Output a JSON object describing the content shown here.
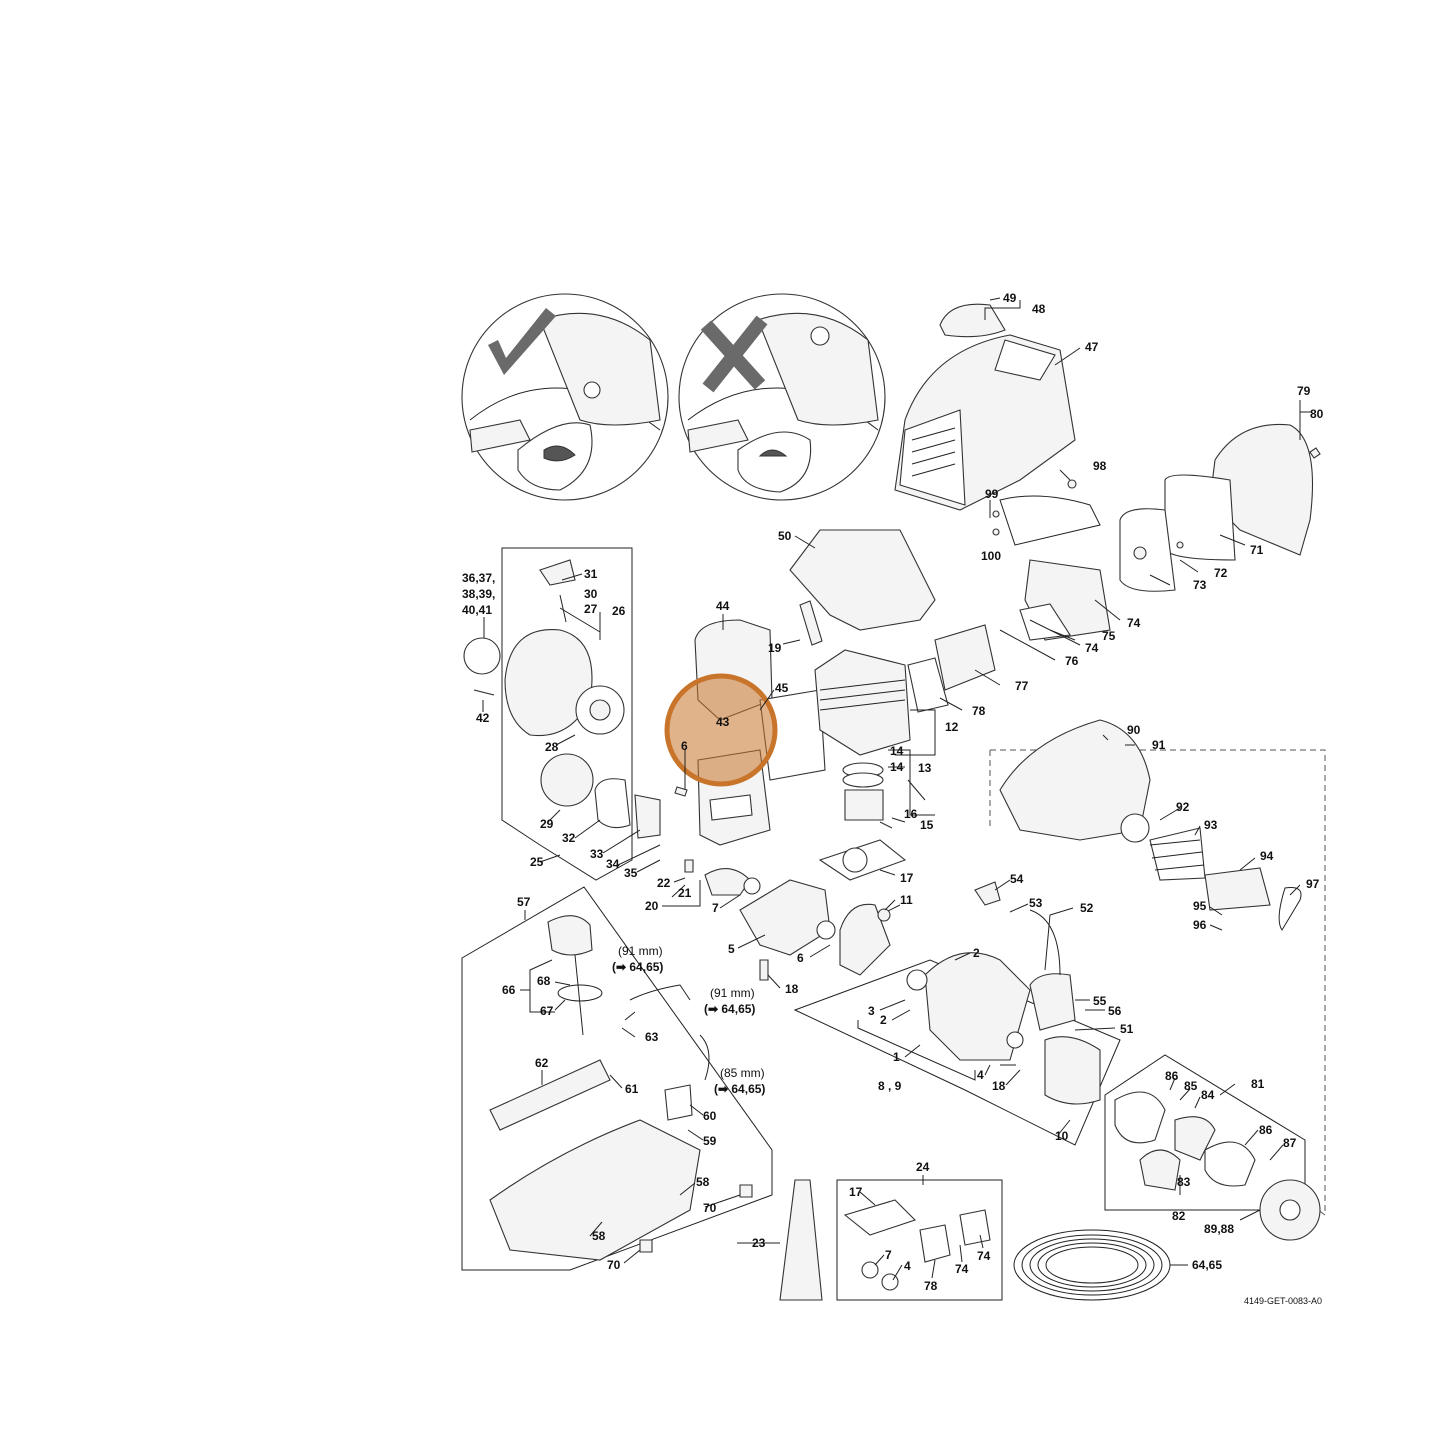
{
  "diagram": {
    "doc_code": "4149-GET-0083-A0",
    "accent_color": "#c8742a",
    "callouts": [
      {
        "id": "49",
        "text": "49"
      },
      {
        "id": "48",
        "text": "48"
      },
      {
        "id": "47",
        "text": "47"
      },
      {
        "id": "79",
        "text": "79"
      },
      {
        "id": "80",
        "text": "80"
      },
      {
        "id": "98",
        "text": "98"
      },
      {
        "id": "99",
        "text": "99"
      },
      {
        "id": "100",
        "text": "100"
      },
      {
        "id": "71",
        "text": "71"
      },
      {
        "id": "72",
        "text": "72"
      },
      {
        "id": "73",
        "text": "73"
      },
      {
        "id": "74a",
        "text": "74"
      },
      {
        "id": "75",
        "text": "75"
      },
      {
        "id": "74b",
        "text": "74"
      },
      {
        "id": "76",
        "text": "76"
      },
      {
        "id": "77",
        "text": "77"
      },
      {
        "id": "78",
        "text": "78"
      },
      {
        "id": "50",
        "text": "50"
      },
      {
        "id": "36",
        "text": "36,37,"
      },
      {
        "id": "38",
        "text": "38,39,"
      },
      {
        "id": "40",
        "text": "40,41"
      },
      {
        "id": "42",
        "text": "42"
      },
      {
        "id": "31",
        "text": "31"
      },
      {
        "id": "30",
        "text": "30"
      },
      {
        "id": "27",
        "text": "27"
      },
      {
        "id": "26",
        "text": "26"
      },
      {
        "id": "28",
        "text": "28"
      },
      {
        "id": "29",
        "text": "29"
      },
      {
        "id": "32",
        "text": "32"
      },
      {
        "id": "33",
        "text": "33"
      },
      {
        "id": "34",
        "text": "34"
      },
      {
        "id": "35",
        "text": "35"
      },
      {
        "id": "25",
        "text": "25"
      },
      {
        "id": "44",
        "text": "44"
      },
      {
        "id": "19",
        "text": "19"
      },
      {
        "id": "45",
        "text": "45"
      },
      {
        "id": "43",
        "text": "43"
      },
      {
        "id": "6a",
        "text": "6"
      },
      {
        "id": "12",
        "text": "12"
      },
      {
        "id": "14a",
        "text": "14"
      },
      {
        "id": "14b",
        "text": "14"
      },
      {
        "id": "13",
        "text": "13"
      },
      {
        "id": "16",
        "text": "16"
      },
      {
        "id": "15",
        "text": "15"
      },
      {
        "id": "90",
        "text": "90"
      },
      {
        "id": "91",
        "text": "91"
      },
      {
        "id": "92",
        "text": "92"
      },
      {
        "id": "93",
        "text": "93"
      },
      {
        "id": "94",
        "text": "94"
      },
      {
        "id": "97",
        "text": "97"
      },
      {
        "id": "95",
        "text": "95"
      },
      {
        "id": "96",
        "text": "96"
      },
      {
        "id": "17a",
        "text": "17"
      },
      {
        "id": "22",
        "text": "22"
      },
      {
        "id": "21",
        "text": "21"
      },
      {
        "id": "20",
        "text": "20"
      },
      {
        "id": "7a",
        "text": "7"
      },
      {
        "id": "5",
        "text": "5"
      },
      {
        "id": "6b",
        "text": "6"
      },
      {
        "id": "11",
        "text": "11"
      },
      {
        "id": "18a",
        "text": "18"
      },
      {
        "id": "54",
        "text": "54"
      },
      {
        "id": "53",
        "text": "53"
      },
      {
        "id": "52",
        "text": "52"
      },
      {
        "id": "2a",
        "text": "2"
      },
      {
        "id": "3",
        "text": "3"
      },
      {
        "id": "2b",
        "text": "2"
      },
      {
        "id": "1",
        "text": "1"
      },
      {
        "id": "4a",
        "text": "4"
      },
      {
        "id": "89",
        "text": "8 , 9"
      },
      {
        "id": "18b",
        "text": "18"
      },
      {
        "id": "55",
        "text": "55"
      },
      {
        "id": "56",
        "text": "56"
      },
      {
        "id": "51",
        "text": "51"
      },
      {
        "id": "10",
        "text": "10"
      },
      {
        "id": "57",
        "text": "57"
      },
      {
        "id": "66",
        "text": "66"
      },
      {
        "id": "68",
        "text": "68"
      },
      {
        "id": "67",
        "text": "67"
      },
      {
        "id": "62",
        "text": "62"
      },
      {
        "id": "63",
        "text": "63"
      },
      {
        "id": "61",
        "text": "61"
      },
      {
        "id": "60",
        "text": "60"
      },
      {
        "id": "59",
        "text": "59"
      },
      {
        "id": "58a",
        "text": "58"
      },
      {
        "id": "58b",
        "text": "58"
      },
      {
        "id": "70a",
        "text": "70"
      },
      {
        "id": "70b",
        "text": "70"
      },
      {
        "id": "23",
        "text": "23"
      },
      {
        "id": "24",
        "text": "24"
      },
      {
        "id": "17b",
        "text": "17"
      },
      {
        "id": "7b",
        "text": "7"
      },
      {
        "id": "4b",
        "text": "4"
      },
      {
        "id": "78b",
        "text": "78"
      },
      {
        "id": "74c",
        "text": "74"
      },
      {
        "id": "74d",
        "text": "74"
      },
      {
        "id": "6465",
        "text": "64,65"
      },
      {
        "id": "81",
        "text": "81"
      },
      {
        "id": "86a",
        "text": "86"
      },
      {
        "id": "85",
        "text": "85"
      },
      {
        "id": "84",
        "text": "84"
      },
      {
        "id": "86b",
        "text": "86"
      },
      {
        "id": "87",
        "text": "87"
      },
      {
        "id": "83",
        "text": "83"
      },
      {
        "id": "82",
        "text": "82"
      },
      {
        "id": "8988",
        "text": "89,88"
      }
    ],
    "hose_notes": [
      {
        "id": "h1a",
        "text": "(91 mm)"
      },
      {
        "id": "h1b",
        "text": "(➡ 64,65)"
      },
      {
        "id": "h2a",
        "text": "(91 mm)"
      },
      {
        "id": "h2b",
        "text": "(➡ 64,65)"
      },
      {
        "id": "h3a",
        "text": "(85 mm)"
      },
      {
        "id": "h3b",
        "text": "(➡ 64,65)"
      }
    ]
  }
}
